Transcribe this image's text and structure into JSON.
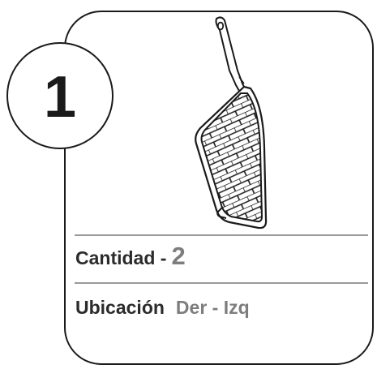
{
  "badge": {
    "number": "1"
  },
  "illustration": {
    "icon": "brick-pattern-grille-part-icon"
  },
  "quantity": {
    "label": "Cantidad -",
    "value": "2"
  },
  "location": {
    "label": "Ubicación",
    "value": "Der - Izq"
  },
  "colors": {
    "border": "#1a1a1a",
    "label_text": "#2b2b2b",
    "value_text": "#7d7d7d",
    "divider": "#9a9a9a"
  }
}
